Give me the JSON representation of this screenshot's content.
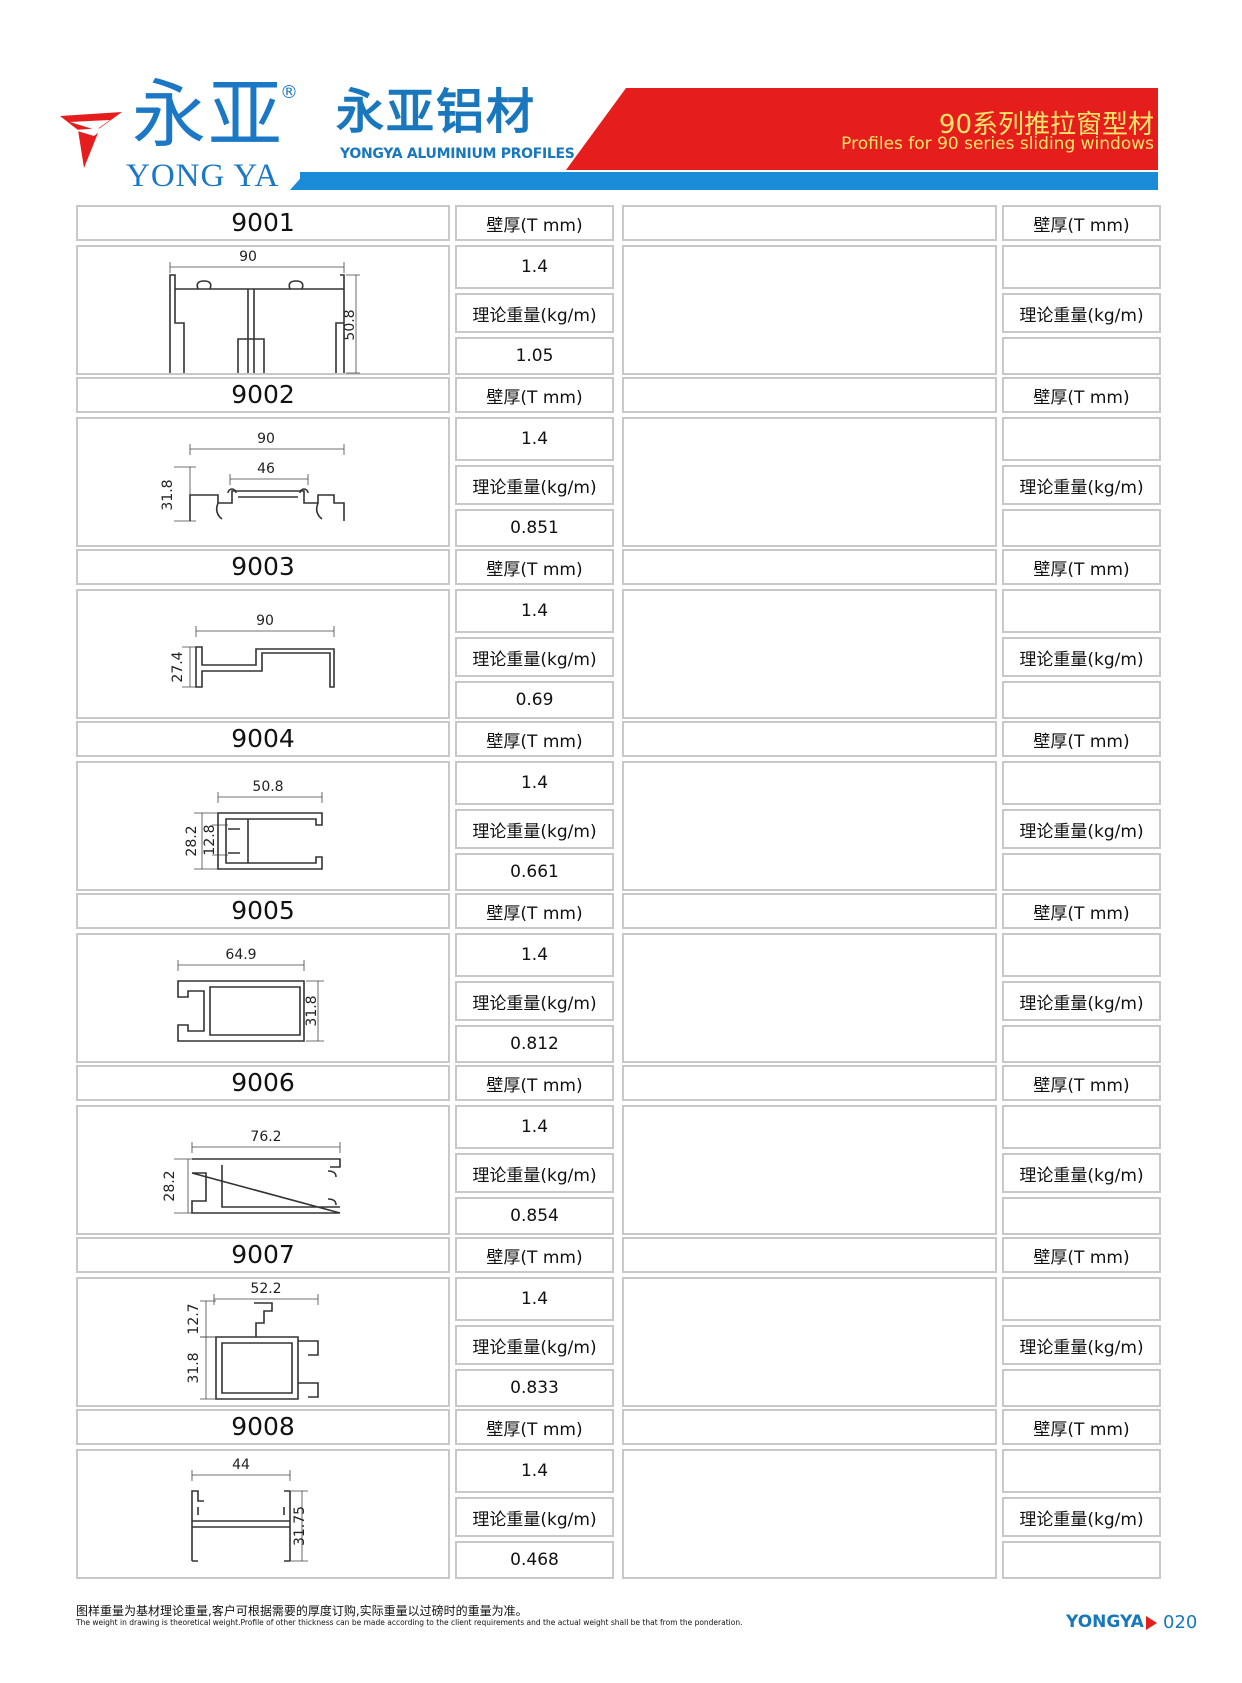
{
  "header": {
    "logo_cn": "永亚",
    "logo_reg": "®",
    "logo_en": "YONG YA",
    "brand_cn": "永亚铝材",
    "brand_en": "YONGYA ALUMINIUM PROFILES",
    "title_cn": "90系列推拉窗型材",
    "title_en": "Profiles for 90 series sliding windows",
    "colors": {
      "brand_blue": "#1877bd",
      "accent_red": "#e61d1d",
      "title_yellow": "#ffe66b"
    }
  },
  "labels": {
    "thickness": "壁厚(T mm)",
    "weight": "理论重量(kg/m)"
  },
  "profiles": [
    {
      "code": "9001",
      "thickness": "1.4",
      "weight": "1.05",
      "dims": [
        "90",
        "50.8"
      ]
    },
    {
      "code": "9002",
      "thickness": "1.4",
      "weight": "0.851",
      "dims": [
        "90",
        "46",
        "31.8"
      ]
    },
    {
      "code": "9003",
      "thickness": "1.4",
      "weight": "0.69",
      "dims": [
        "90",
        "27.4"
      ]
    },
    {
      "code": "9004",
      "thickness": "1.4",
      "weight": "0.661",
      "dims": [
        "50.8",
        "28.2",
        "12.8"
      ]
    },
    {
      "code": "9005",
      "thickness": "1.4",
      "weight": "0.812",
      "dims": [
        "64.9",
        "31.8"
      ]
    },
    {
      "code": "9006",
      "thickness": "1.4",
      "weight": "0.854",
      "dims": [
        "76.2",
        "28.2"
      ]
    },
    {
      "code": "9007",
      "thickness": "1.4",
      "weight": "0.833",
      "dims": [
        "52.2",
        "12.7",
        "31.8"
      ]
    },
    {
      "code": "9008",
      "thickness": "1.4",
      "weight": "0.468",
      "dims": [
        "44",
        "31.75"
      ]
    }
  ],
  "footer": {
    "note_cn": "图样重量为基材理论重量,客户可根据需要的厚度订购,实际重量以过磅时的重量为准。",
    "note_en": "The weight in drawing is theoretical weight.Profile of other thickness can be made according to the client requirements and the actual weight shall be that from the ponderation.",
    "brand": "YONGYA",
    "page": "020"
  }
}
